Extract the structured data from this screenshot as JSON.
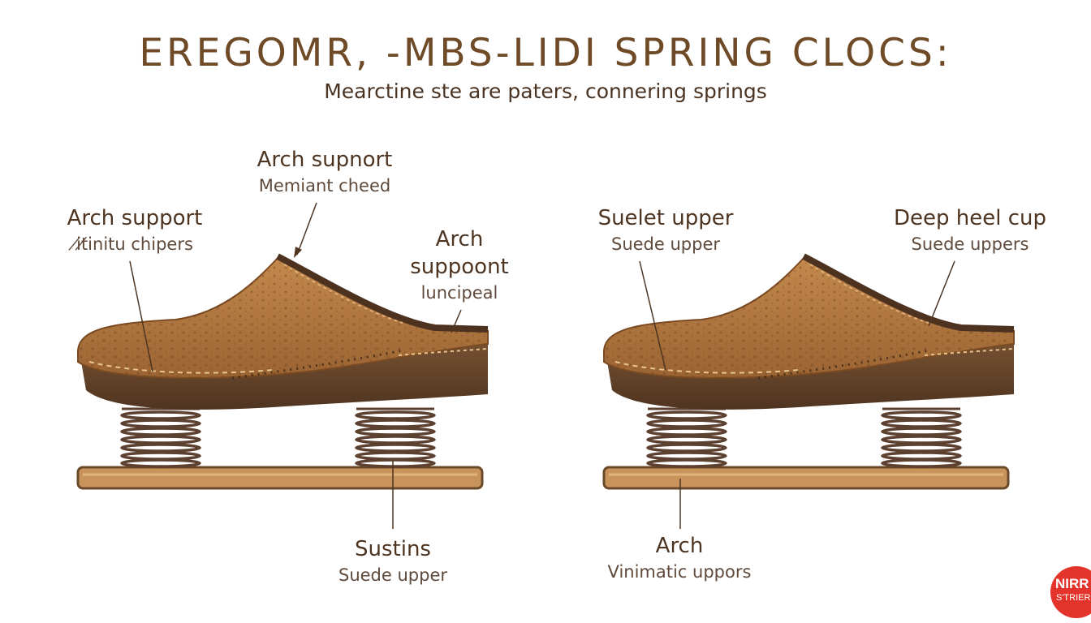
{
  "title": "EREGOMR, -MBS-LIDI SPRING CLOCS:",
  "subtitle": "Mearctine ste are paters, connering springs",
  "callouts": {
    "top_center": {
      "head": "Arch supnort",
      "sub": "Memiant cheed"
    },
    "left": {
      "head": "Arch support",
      "sub": "i̸t̸initu chipers"
    },
    "mid": {
      "head": "Arch\nsuppoont",
      "sub": "luncipeal"
    },
    "right_upper": {
      "head": "Suelet upper",
      "sub": "Suede upper"
    },
    "far_right": {
      "head": "Deep heel cup",
      "sub": "Suede uppers"
    },
    "bottom_left": {
      "head": "Sustins",
      "sub": "Suede upper"
    },
    "bottom_right": {
      "head": "Arch",
      "sub": "Vinimatic uppors"
    }
  },
  "badge": {
    "line1": "NIRR",
    "line2": "S'TRIER"
  },
  "colors": {
    "leather": "#a8703a",
    "leather_light": "#c48a4d",
    "sole": "#6b4a2c",
    "spring": "#5c4030",
    "base_plate": "#c8945c",
    "text_dark": "#4e3522",
    "title": "#6e4a26",
    "badge": "#e2342a"
  }
}
